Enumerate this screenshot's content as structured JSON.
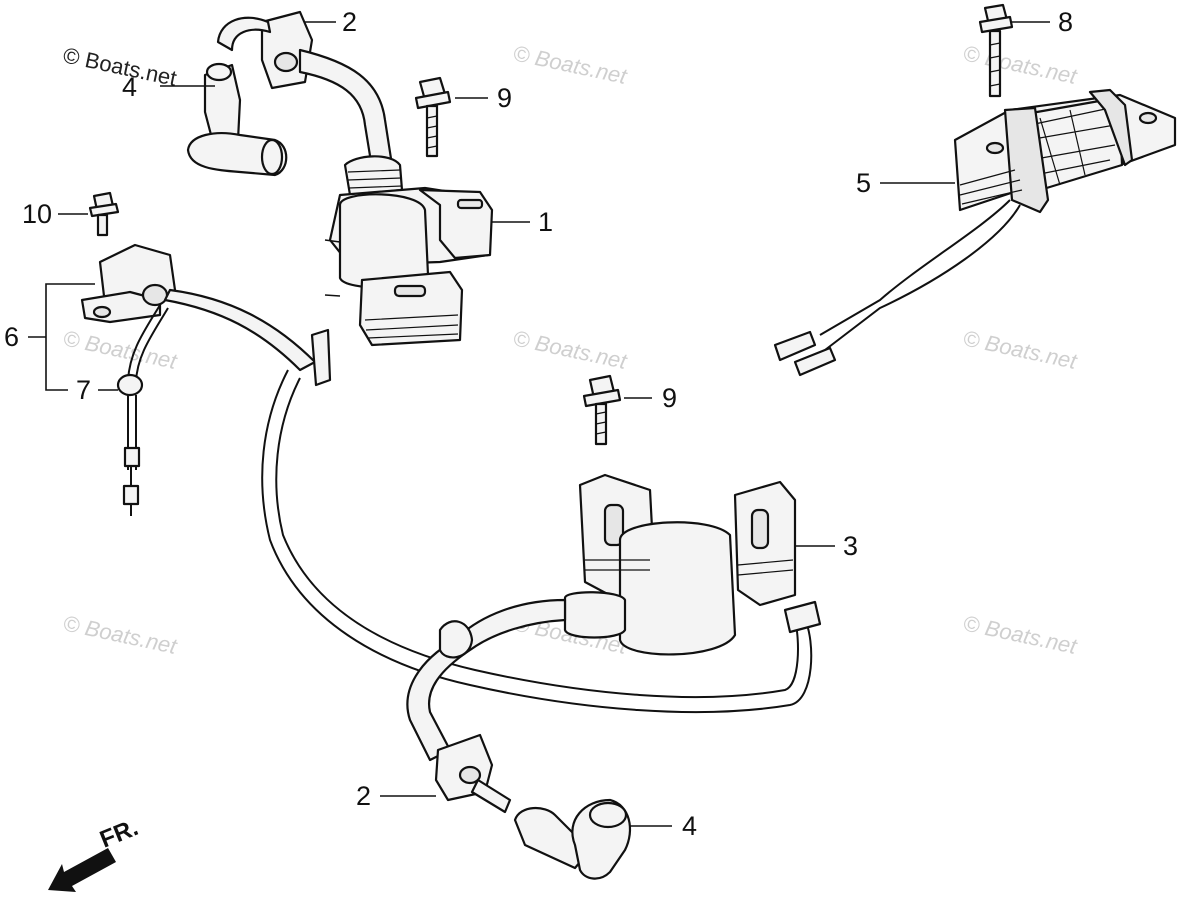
{
  "watermark": {
    "text": "© Boats.net"
  },
  "direction_marker": {
    "label": "FR."
  },
  "callouts": [
    {
      "id": "c1",
      "number": "1"
    },
    {
      "id": "c2a",
      "number": "2"
    },
    {
      "id": "c2b",
      "number": "2"
    },
    {
      "id": "c3",
      "number": "3"
    },
    {
      "id": "c4a",
      "number": "4"
    },
    {
      "id": "c4b",
      "number": "4"
    },
    {
      "id": "c5",
      "number": "5"
    },
    {
      "id": "c6",
      "number": "6"
    },
    {
      "id": "c7",
      "number": "7"
    },
    {
      "id": "c8",
      "number": "8"
    },
    {
      "id": "c9a",
      "number": "9"
    },
    {
      "id": "c9b",
      "number": "9"
    },
    {
      "id": "c10",
      "number": "10"
    }
  ],
  "colors": {
    "ink": "#111111",
    "part_fill": "#f4f4f4",
    "watermark": "#cfcfcf"
  }
}
